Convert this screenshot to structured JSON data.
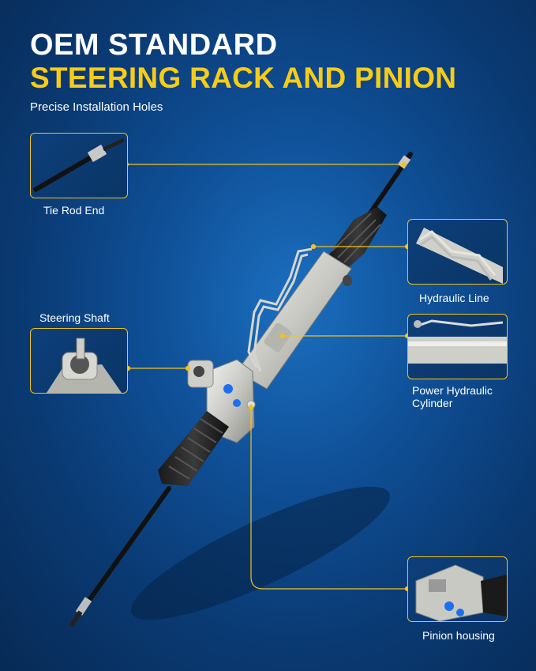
{
  "header": {
    "title_line1": "OEM STANDARD",
    "title_line2": "STEERING RACK AND PINION",
    "subtitle": "Precise Installation Holes"
  },
  "callouts": {
    "tie_rod_end": "Tie Rod End",
    "steering_shaft": "Steering Shaft",
    "hydraulic_line": "Hydraulic Line",
    "power_cylinder": "Power Hydraulic\nCylinder",
    "pinion_housing": "Pinion housing"
  },
  "colors": {
    "accent": "#f7cc19",
    "background": "#0f4f96"
  }
}
